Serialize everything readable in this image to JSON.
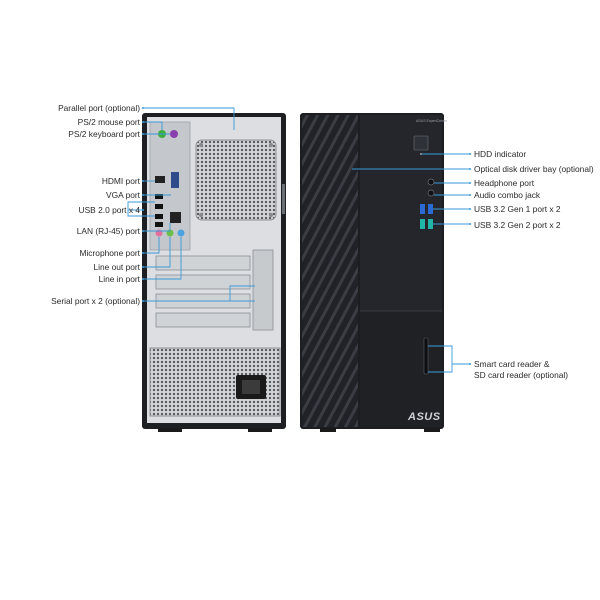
{
  "left_labels": [
    {
      "id": "parallel",
      "text": "Parallel port (optional)"
    },
    {
      "id": "ps2-mouse",
      "text": "PS/2 mouse port"
    },
    {
      "id": "ps2-keyboard",
      "text": "PS/2 keyboard port"
    },
    {
      "id": "hdmi",
      "text": "HDMI port"
    },
    {
      "id": "vga",
      "text": "VGA port"
    },
    {
      "id": "usb20",
      "text": "USB 2.0 port x 4"
    },
    {
      "id": "lan",
      "text": "LAN (RJ-45) port"
    },
    {
      "id": "microphone",
      "text": "Microphone port"
    },
    {
      "id": "line-out",
      "text": "Line out port"
    },
    {
      "id": "line-in",
      "text": "Line in port"
    },
    {
      "id": "serial",
      "text": "Serial port x 2 (optional)"
    }
  ],
  "right_labels": [
    {
      "id": "hdd-indicator",
      "text": "HDD indicator"
    },
    {
      "id": "optical-bay",
      "text": "Optical disk driver bay (optional)"
    },
    {
      "id": "headphone",
      "text": "Headphone port"
    },
    {
      "id": "audio-combo",
      "text": "Audio combo jack"
    },
    {
      "id": "usb32-gen1",
      "text": "USB 3.2 Gen 1 port x 2"
    },
    {
      "id": "usb32-gen2",
      "text": "USB 3.2 Gen 2 port x 2"
    },
    {
      "id": "card-reader-1",
      "text": "Smart card reader &"
    },
    {
      "id": "card-reader-2",
      "text": "SD card reader (optional)"
    }
  ],
  "brand": {
    "logo": "ASUS",
    "model_text": "ASUS ExpertCenter"
  },
  "colors": {
    "leader": "#3a9ad9",
    "chassis": "#1c1e22",
    "panel": "#d9dbde",
    "text": "#2a2a2a"
  }
}
